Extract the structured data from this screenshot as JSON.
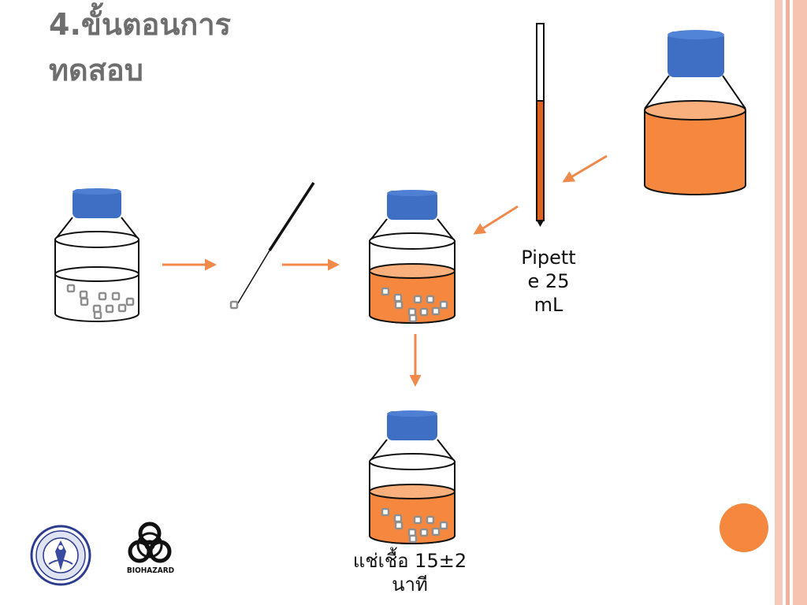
{
  "slide": {
    "title_line1": "4.ขั้นตอนการ",
    "title_line2": "ทดสอบ"
  },
  "labels": {
    "pipette_line1": "Pipett",
    "pipette_line2": "e 25",
    "pipette_line3": "mL",
    "soak_line1": "แช่เชื้อ 15±2",
    "soak_line2": "นาที"
  },
  "logos": {
    "biohazard_text": "BIOHAZARD"
  },
  "colors": {
    "accent": "#f08a4b",
    "liquid": "#f5883e",
    "liquid_light": "#f9b07c",
    "cap": "#3f6fc4",
    "stripe": "#f4b8a4",
    "title": "#6e6e6e"
  }
}
